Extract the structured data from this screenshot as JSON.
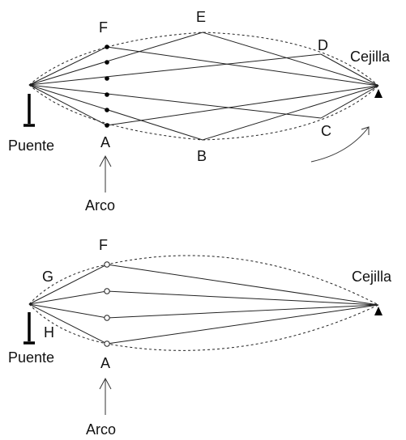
{
  "diagram_top": {
    "points": {
      "F": "F",
      "E": "E",
      "D": "D",
      "A": "A",
      "B": "B",
      "C": "C"
    },
    "bridge_label": "Puente",
    "nut_label": "Cejilla",
    "bow_label": "Arco"
  },
  "diagram_bottom": {
    "points": {
      "F": "F",
      "G": "G",
      "H": "H",
      "A": "A"
    },
    "bridge_label": "Puente",
    "nut_label": "Cejilla",
    "bow_label": "Arco"
  },
  "colors": {
    "ink": "#222222",
    "background": "#ffffff"
  }
}
